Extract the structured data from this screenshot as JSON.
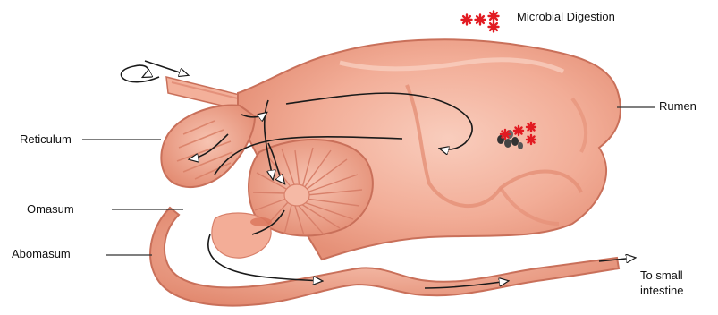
{
  "legend": {
    "label": "Microbial Digestion",
    "marker_color": "#e21b22"
  },
  "labels": {
    "rumen": "Rumen",
    "reticulum": "Reticulum",
    "omasum": "Omasum",
    "abomasum": "Abomasum",
    "small_intestine_line1": "To small",
    "small_intestine_line2": "intestine"
  },
  "colors": {
    "tissue": "#f0a58f",
    "tissue_dark": "#d9826c",
    "tissue_light": "#f8c8b8",
    "outline": "#c9705a",
    "arrow": "#1a1a1a",
    "microbe": "#e21b22"
  }
}
